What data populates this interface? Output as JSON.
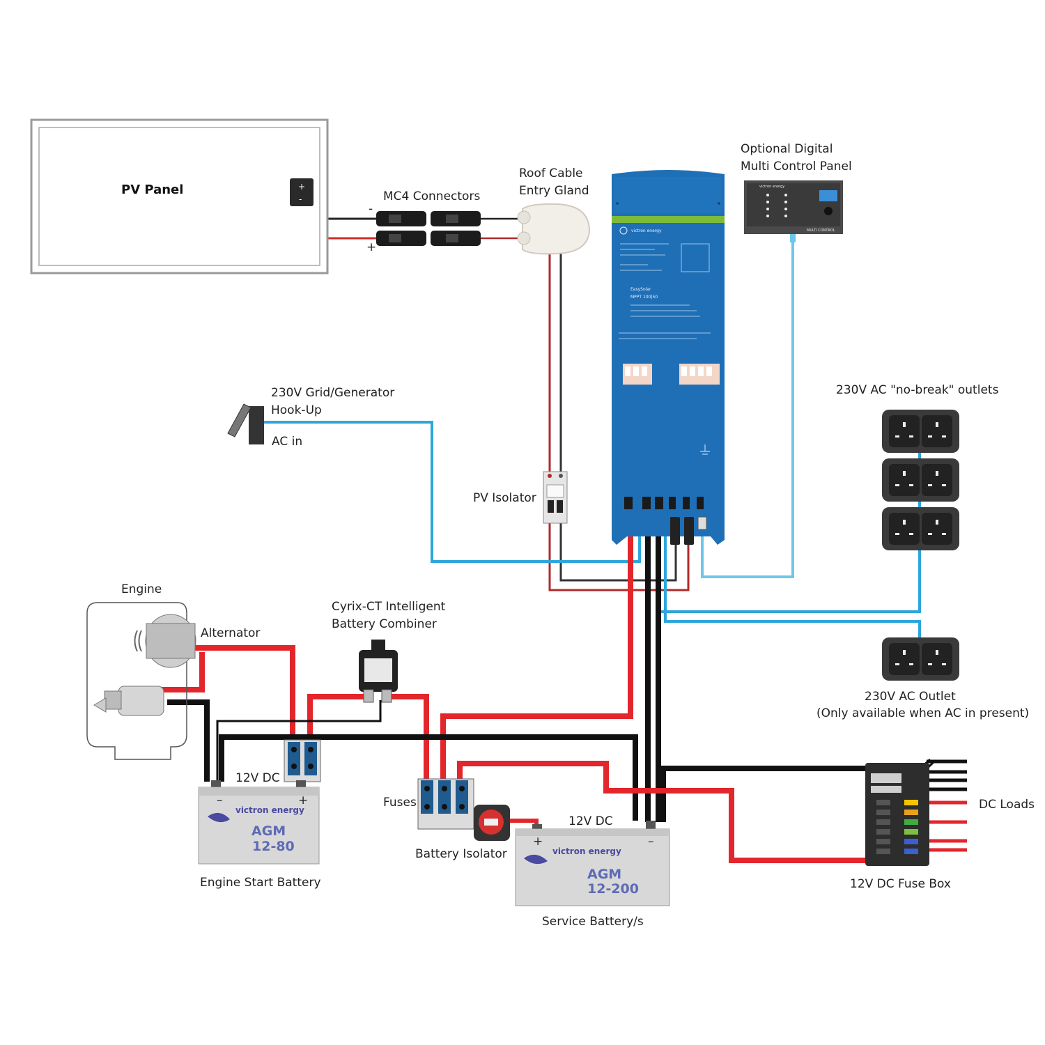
{
  "labels": {
    "pv_panel": "PV Panel",
    "mc4_connectors": "MC4 Connectors",
    "roof_gland_1": "Roof Cable",
    "roof_gland_2": "Entry Gland",
    "control_panel_1": "Optional Digital",
    "control_panel_2": "Multi Control Panel",
    "grid_1": "230V Grid/Generator",
    "grid_2": "Hook-Up",
    "ac_in": "AC in",
    "pv_isolator": "PV Isolator",
    "ac_outlets": "230V AC \"no-break\" outlets",
    "engine": "Engine",
    "alternator": "Alternator",
    "cyrix_1": "Cyrix-CT Intelligent",
    "cyrix_2": "Battery Combiner",
    "engine_12v": "12V DC",
    "fuses": "Fuses",
    "battery_isolator": "Battery Isolator",
    "service_12v": "12V DC",
    "engine_battery": "Engine Start Battery",
    "service_battery": "Service Battery/s",
    "ac_outlet_1": "230V AC Outlet",
    "ac_outlet_2": "(Only available when AC in present)",
    "dc_loads": "DC Loads",
    "fuse_box": "12V DC  Fuse Box",
    "plus": "+",
    "minus": "-"
  },
  "batteries": {
    "engine": {
      "brand": "victron  energy",
      "type": "AGM",
      "model": "12-80",
      "plus": "+",
      "minus": "–"
    },
    "service": {
      "brand": "victron  energy",
      "type": "AGM",
      "model": "12-200",
      "plus": "+",
      "minus": "–"
    }
  },
  "inverter": {
    "brand": "victron energy",
    "model_1": "EasySolar",
    "model_2": "MPPT 100|50"
  },
  "control_panel": {
    "brand": "victron energy",
    "footer": "MULTI CONTROL"
  },
  "colors": {
    "dc_positive": "#e3262b",
    "dc_negative": "#111111",
    "ac_line": "#2ea6dc",
    "pv_positive": "#b02a2a",
    "inverter_body": "#1f6fb6",
    "inverter_stripe": "#7dbb3d",
    "battery_body": "#d8d8d8"
  }
}
